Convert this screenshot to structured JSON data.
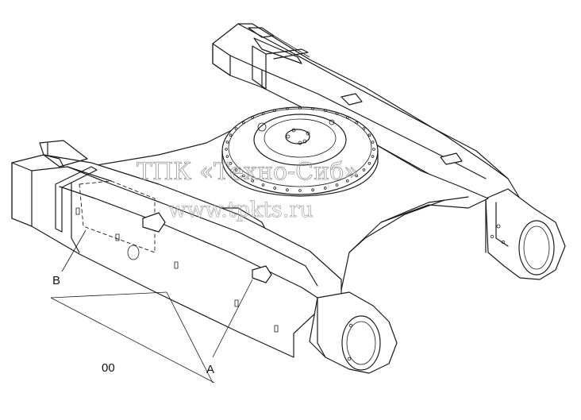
{
  "labels": {
    "a": "A",
    "b": "B",
    "group": "00"
  },
  "watermark": {
    "line1": "ТПК «Техно-Сиб»",
    "line2": "www.tpkts.ru"
  }
}
